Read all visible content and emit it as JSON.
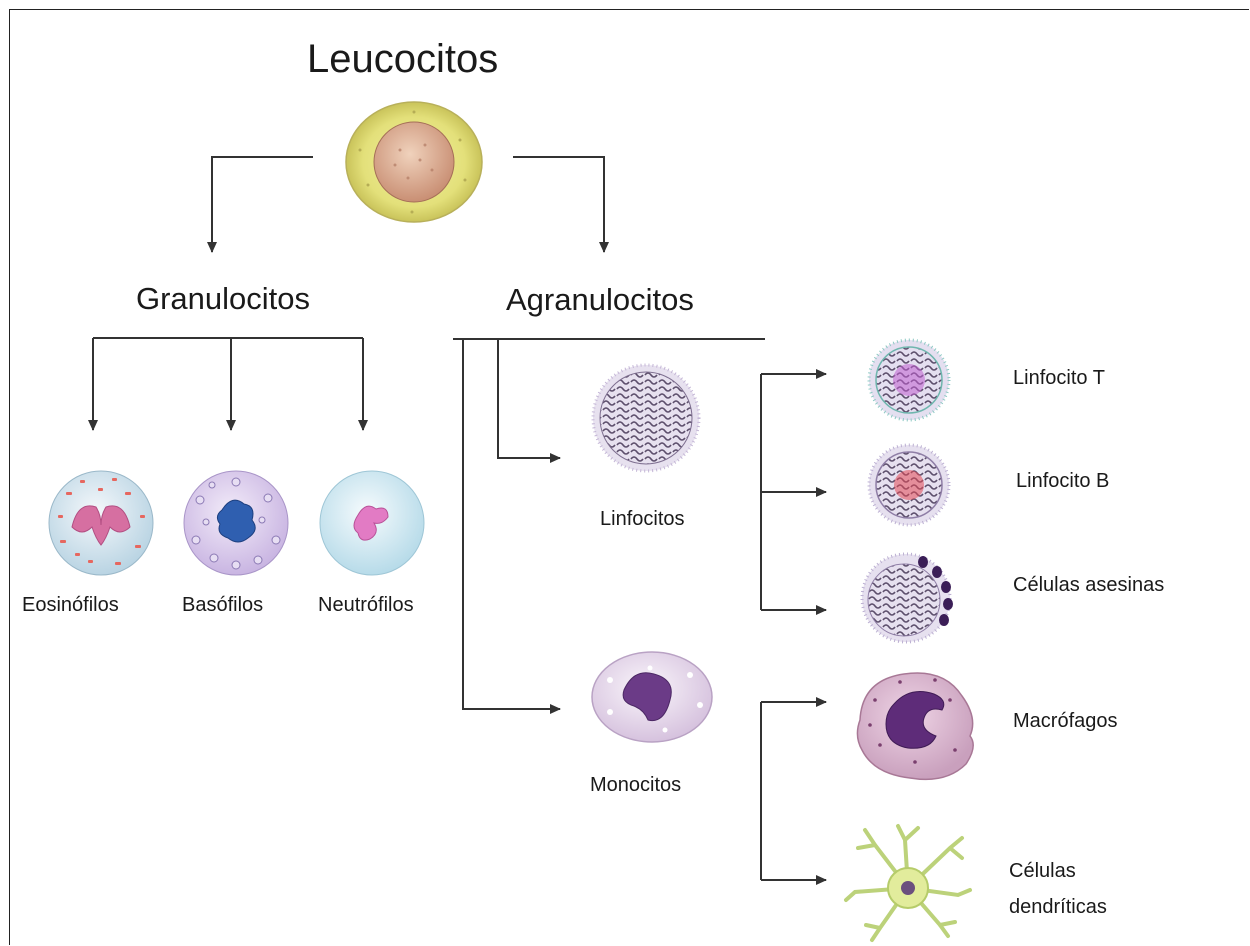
{
  "title": "Leucocitos",
  "groups": {
    "granulocitos": "Granulocitos",
    "agranulocitos": "Agranulocitos"
  },
  "granulocytes": [
    "Eosinófilos",
    "Basófilos",
    "Neutrófilos"
  ],
  "agranulocytes": {
    "linfocitos": "Linfocitos",
    "monocitos": "Monocitos"
  },
  "lymphocyte_types": [
    "Linfocito T",
    "Linfocito B",
    "Células asesinas"
  ],
  "monocyte_types": [
    "Macrófagos",
    "Células",
    "dendríticas"
  ]
}
